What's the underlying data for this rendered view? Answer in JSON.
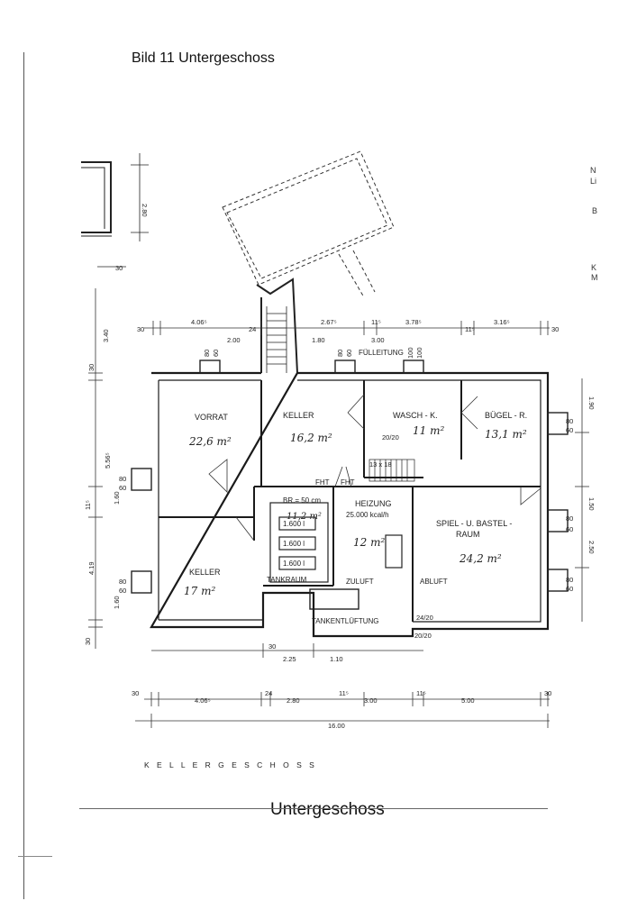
{
  "page": {
    "title": "Bild 11  Untergeschoss",
    "caption": "Untergeschoss"
  },
  "plan": {
    "sheet_label": "K E L L E R G E S C H O S S",
    "rooms": [
      {
        "name": "VORRAT",
        "area": "22,6 m²"
      },
      {
        "name": "KELLER",
        "area": "16,2 m²"
      },
      {
        "name": "WASCH - K.",
        "area": "11 m²"
      },
      {
        "name": "BÜGEL - R.",
        "area": "13,1 m²"
      },
      {
        "name": "HEIZUNG",
        "subtitle": "25.000  kcal/h",
        "area": "12 m²"
      },
      {
        "name": "SPIEL - U. BASTEL -",
        "name2": "RAUM",
        "area": "24,2 m²"
      },
      {
        "name": "KELLER",
        "area": "17 m²"
      },
      {
        "name": "TANKRAUM"
      }
    ],
    "annotations": {
      "fullleitung": "FÜLLEITUNG",
      "tankentluftung": "TANKENTLÜFTUNG",
      "zuluft": "ZULUFT",
      "abluft": "ABLUFT",
      "fht1": "FHT",
      "fht2": "FHT",
      "br": "BR.= 50 cm",
      "tank1": "1.600 l",
      "tank2": "1.600 l",
      "tank3": "1.600 l",
      "tank_area": "11,2 m²",
      "stair": "13 x 18",
      "wasch_small": "20/20",
      "heiz_small": "24/20",
      "heiz_small2": "20/20"
    },
    "dimensions": {
      "top": [
        "30",
        "4.06⁵",
        "2.67⁵",
        "11⁵",
        "3.78⁵",
        "11⁵",
        "3.16⁵",
        "30"
      ],
      "top2": [
        "2.00",
        "24",
        "1.80",
        "3.00"
      ],
      "left": [
        "3.40",
        "30",
        "5.56⁵",
        "1.60",
        "11⁵",
        "4.19",
        "1.60",
        "30"
      ],
      "right": [
        "1.90",
        "1.50",
        "2.50"
      ],
      "bottom": [
        "30",
        "4.06⁵",
        "24",
        "2.80",
        "11⁵",
        "3.00",
        "11⁵",
        "5.00",
        "30"
      ],
      "bottom_total": "16.00",
      "inner_bottom": [
        "30",
        "2.25",
        "1.10"
      ],
      "window_80": "80",
      "window_60": "60",
      "window_100": "100",
      "inset_280": "2.80",
      "inset_30": "30"
    },
    "cut_right": [
      "N",
      "Li",
      "B",
      "K",
      "M"
    ]
  }
}
